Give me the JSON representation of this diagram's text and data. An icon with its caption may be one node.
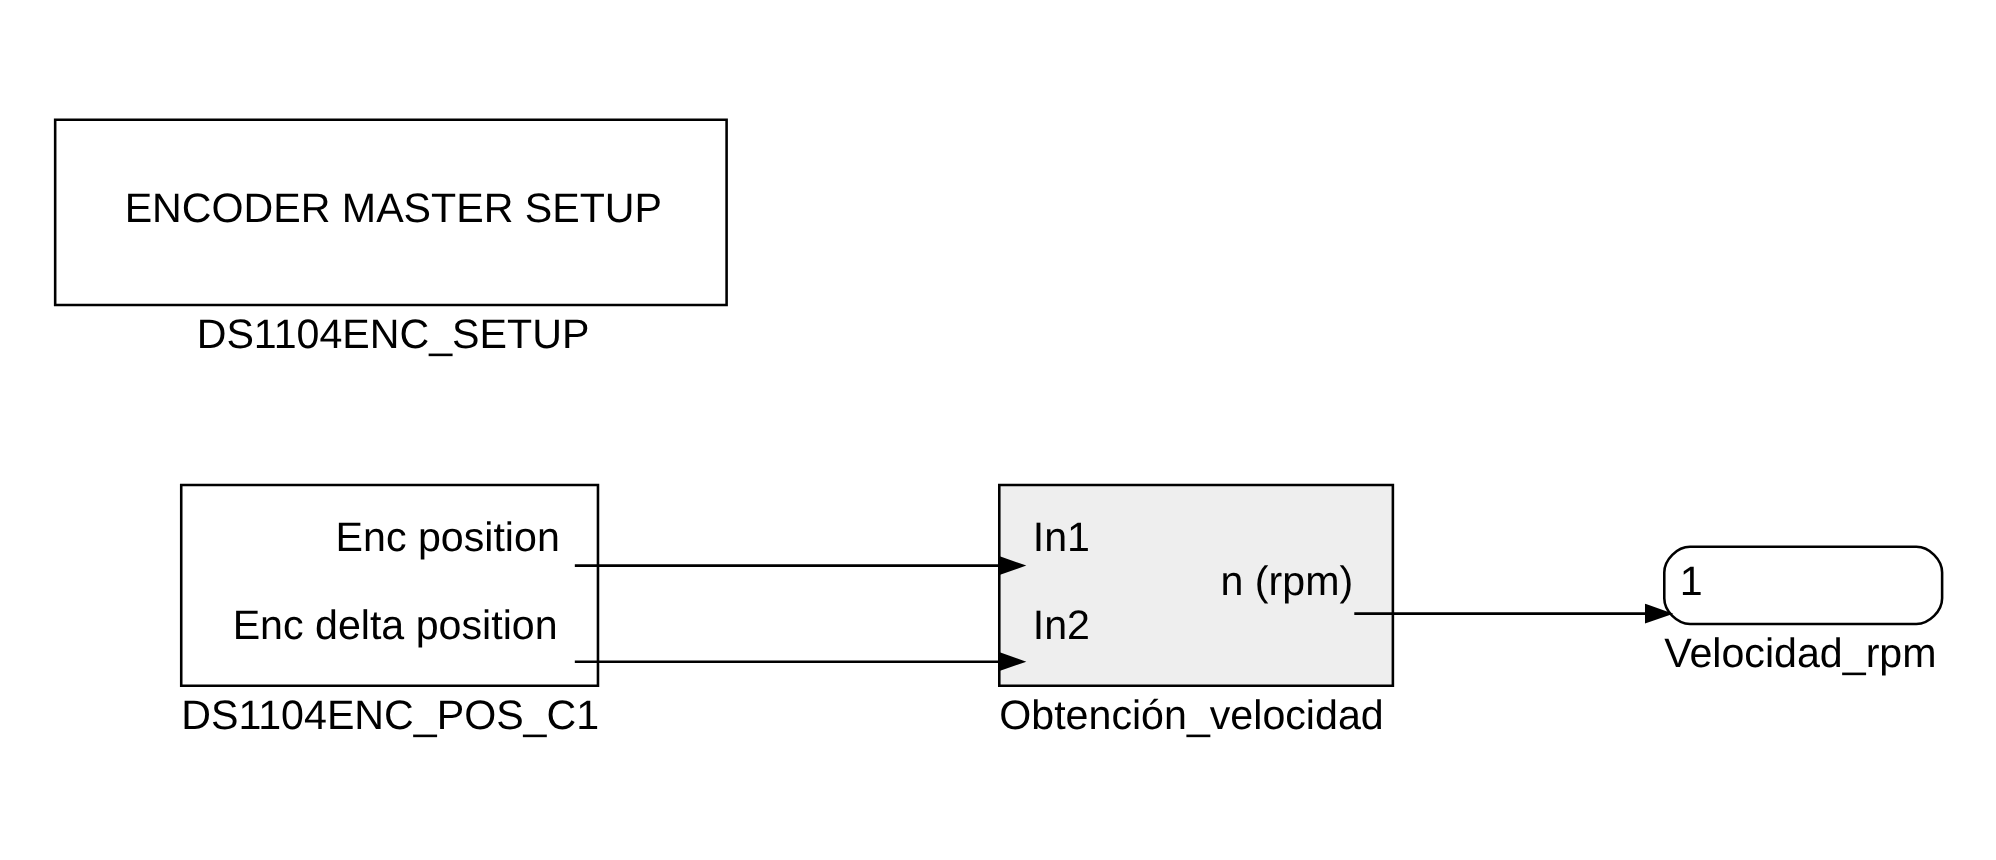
{
  "diagram": {
    "nodes": [
      {
        "text": [
          "ENCODER MASTER SETUP"
        ],
        "beside": [
          "DS1104ENC_SETUP"
        ]
      },
      {
        "text": [
          "Enc position",
          "Enc delta position"
        ],
        "beside": [
          "DS1104ENC_POS_C1"
        ]
      },
      {
        "text": [
          "In1",
          "In2",
          "n (rpm)"
        ],
        "beside": [
          "Obtención_velocidad"
        ]
      },
      {
        "text": [
          "1"
        ],
        "beside": [
          "Velocidad_rpm"
        ]
      }
    ],
    "edges": [
      {
        "from": 1,
        "to": 2,
        "arrow": "to"
      },
      {
        "from": 1,
        "to": 2,
        "arrow": "to"
      },
      {
        "from": 2,
        "to": 3,
        "arrow": "to"
      }
    ]
  }
}
